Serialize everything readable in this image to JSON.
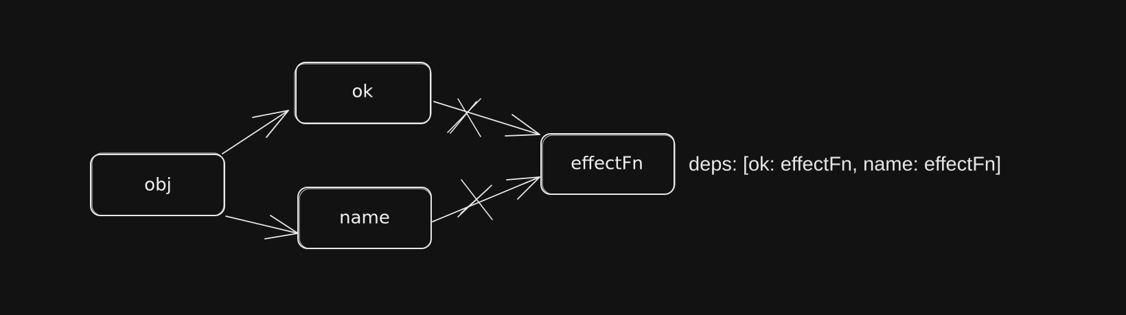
{
  "diagram": {
    "nodes": {
      "obj": {
        "label": "obj"
      },
      "ok": {
        "label": "ok"
      },
      "name": {
        "label": "name"
      },
      "effectFn": {
        "label": "effectFn"
      }
    },
    "edges": [
      {
        "from": "obj",
        "to": "ok",
        "crossed": false
      },
      {
        "from": "obj",
        "to": "name",
        "crossed": false
      },
      {
        "from": "ok",
        "to": "effectFn",
        "crossed": true
      },
      {
        "from": "name",
        "to": "effectFn",
        "crossed": true
      }
    ],
    "deps_label": "deps: [ok: effectFn,  name: effectFn]",
    "colors": {
      "background": "#121212",
      "stroke": "#e8e8e8",
      "text": "#f0f0f0"
    }
  }
}
